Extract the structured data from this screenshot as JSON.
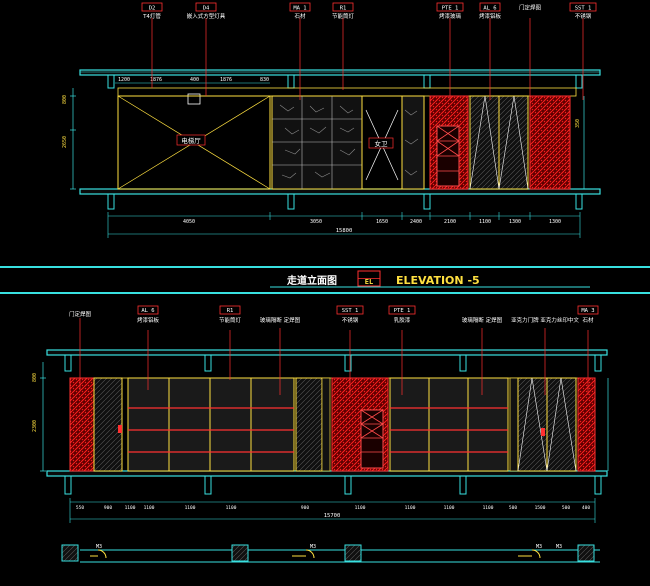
{
  "drawing": {
    "elevation_title": "走道立面图",
    "elevation_badge": "EL",
    "elevation_label": "ELEVATION -5",
    "room_label_1": "电梯厅",
    "room_label_2": "女卫"
  },
  "upper": {
    "callouts": [
      {
        "code": "D2",
        "desc": "T4灯管"
      },
      {
        "code": "D4",
        "desc": "嵌入式方型灯具"
      },
      {
        "code": "MA 1",
        "desc": "石材"
      },
      {
        "code": "R1",
        "desc": "节能筒灯"
      },
      {
        "code": "PTE 1",
        "desc": "烤漆玻璃"
      },
      {
        "code": "AL 6",
        "desc": "烤漆铝板"
      },
      {
        "code": "",
        "desc": "门定焊图"
      },
      {
        "code": "SST 1",
        "desc": "不锈钢"
      }
    ],
    "top_dims": [
      "1200",
      "1876",
      "400",
      "1876",
      "830"
    ],
    "bottom_dims": [
      "4050",
      "3050",
      "1650",
      "2400",
      "2100",
      "1100",
      "1300",
      "1300"
    ],
    "total_dim": "15800",
    "height_dims": [
      "800",
      "2650",
      "350"
    ]
  },
  "lower": {
    "callouts": [
      {
        "code": "",
        "desc": "门定焊图"
      },
      {
        "code": "AL 6",
        "desc": "烤漆铝板"
      },
      {
        "code": "R1",
        "desc": "节能筒灯"
      },
      {
        "code": "",
        "desc": "玻璃隔断 定焊图"
      },
      {
        "code": "SST 1",
        "desc": "不锈钢"
      },
      {
        "code": "PTE 1",
        "desc": "乳胶漆"
      },
      {
        "code": "",
        "desc": "玻璃隔断 定焊图"
      },
      {
        "code": "",
        "desc": "亚克力门牌 亚克力丝印中文"
      },
      {
        "code": "MA 3",
        "desc": "石材"
      }
    ],
    "bottom_dims": [
      "550",
      "900",
      "1100",
      "1100",
      "1100",
      "1100",
      "900",
      "1100",
      "1100",
      "1100",
      "1100",
      "500",
      "1500",
      "500",
      "400"
    ],
    "total_dim": "15700",
    "height_dims": [
      "800",
      "2300"
    ]
  },
  "plan_tags": [
    "M3",
    "M3",
    "M3",
    "M3"
  ]
}
